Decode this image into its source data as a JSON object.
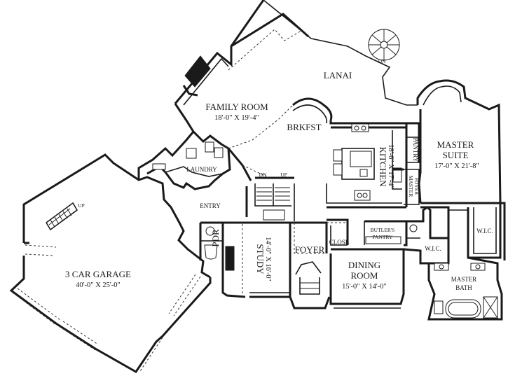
{
  "rooms": {
    "lanai": {
      "name": "LANAI"
    },
    "family_room": {
      "name": "FAMILY ROOM",
      "size": "18'-0\" X 19'-4\""
    },
    "brkfst": {
      "name": "BRKFST"
    },
    "kitchen": {
      "name": "KITCHEN",
      "size": "18'-6\" X 17'-4\""
    },
    "pantry": {
      "name": "PANTRY"
    },
    "master_suite": {
      "name": "MASTER",
      "name2": "SUITE",
      "size": "17'-0\" X 21'-8\""
    },
    "master_foyer": {
      "name": "MASTER",
      "name2": "FOYER"
    },
    "laundry": {
      "name": "LAUNDRY"
    },
    "entry": {
      "name": "ENTRY"
    },
    "garage": {
      "name": "3 CAR GARAGE",
      "size": "40'-0\" X 25'-0\""
    },
    "pdr": {
      "name": "PDR"
    },
    "study": {
      "name": "STUDY",
      "size": "14'-0\" X 16'-0\""
    },
    "foyer": {
      "name": "FOYER"
    },
    "close": {
      "name": "CLOSE"
    },
    "butlers_pantry": {
      "name": "BUTLER'S",
      "name2": "PANTRY"
    },
    "dining_room": {
      "name": "DINING",
      "name2": "ROOM",
      "size": "15'-0\" X 14'-0\""
    },
    "wic_left": {
      "name": "W.I.C."
    },
    "wic_right": {
      "name": "W.I.C."
    },
    "master_bath": {
      "name": "MASTER",
      "name2": "BATH"
    }
  },
  "stairs": {
    "dn_spiral": "DN",
    "dn_main": "DN",
    "up_main": "UP",
    "up_garage": "UP"
  }
}
